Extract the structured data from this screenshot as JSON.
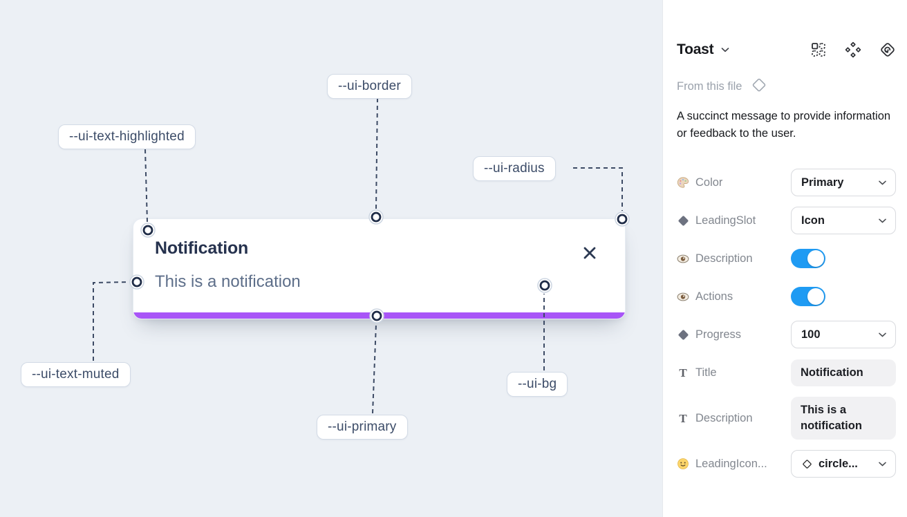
{
  "canvas": {
    "toast": {
      "title": "Notification",
      "description": "This is a notification"
    },
    "labels": [
      {
        "id": "ui-border",
        "text": "--ui-border"
      },
      {
        "id": "ui-text-highlighted",
        "text": "--ui-text-highlighted"
      },
      {
        "id": "ui-radius",
        "text": "--ui-radius"
      },
      {
        "id": "ui-text-muted",
        "text": "--ui-text-muted"
      },
      {
        "id": "ui-primary",
        "text": "--ui-primary"
      },
      {
        "id": "ui-bg",
        "text": "--ui-bg"
      }
    ],
    "colors": {
      "primary_bar": "#a855f7",
      "canvas_background": "#ecf0f5"
    }
  },
  "panel": {
    "title": "Toast",
    "source": "From this file",
    "description": "A succinct message to provide information or feedback to the user.",
    "header_icons": [
      "dotted-grid-icon",
      "component-icon",
      "swap-instance-icon"
    ],
    "colors": {
      "toggle_on": "#1f9bf3"
    },
    "properties": [
      {
        "icon": "palette-icon",
        "label": "Color",
        "control": "select",
        "value": "Primary"
      },
      {
        "icon": "diamond-icon",
        "label": "LeadingSlot",
        "control": "select",
        "value": "Icon"
      },
      {
        "icon": "eye-icon",
        "label": "Description",
        "control": "toggle",
        "value": "on"
      },
      {
        "icon": "eye-icon",
        "label": "Actions",
        "control": "toggle",
        "value": "on"
      },
      {
        "icon": "diamond-icon",
        "label": "Progress",
        "control": "select",
        "value": "100"
      },
      {
        "icon": "text-icon",
        "label": "Title",
        "control": "textfield",
        "value": "Notification"
      },
      {
        "icon": "text-icon",
        "label": "Description",
        "control": "textfield",
        "value": "This is a notification"
      },
      {
        "icon": "smiley-icon",
        "label": "LeadingIcon...",
        "control": "select-icon",
        "value": "circle..."
      }
    ]
  }
}
